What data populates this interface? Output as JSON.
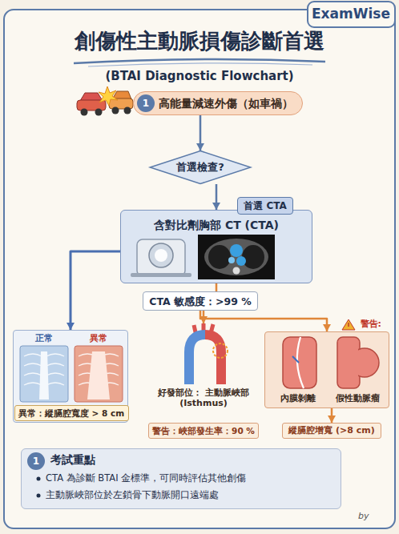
{
  "diagram": {
    "title": "創傷性主動脈損傷診斷首選",
    "nodes": [
      {
        "text": [
          "高能量減速外傷（如車禍）"
        ]
      },
      {
        "text": [
          "首選檢查?"
        ]
      },
      {
        "text": [
          "含對比劑胸部 CT (CTA)"
        ]
      },
      {
        "text": [
          "首選 CTA"
        ]
      },
      {
        "text": [
          "CTA 敏感度：>99 %"
        ]
      },
      {
        "text": [
          "正常",
          "異常"
        ]
      },
      {
        "text": [
          "異常：縱膈腔寬度 > 8 cm"
        ],
        "in": 5
      },
      {
        "text": [
          "好發部位： 主動脈峽部 (Isthmus)"
        ]
      },
      {
        "text": [
          "警告：峽部發生率：90 %"
        ]
      },
      {
        "text": [
          "警告:",
          "內膜剝離",
          "假性動脈瘤"
        ]
      },
      {
        "text": [
          "縱膈腔增寬 (>8 cm)"
        ]
      },
      {
        "text": [
          "考試重點",
          "CTA 為診斷 BTAI 金標準，可同時評估其他創傷",
          "主動脈峽部位於左鎖骨下動脈開口遠端處"
        ]
      }
    ],
    "edges": [
      {
        "from": 0,
        "to": 1,
        "arrow": "to"
      },
      {
        "from": 1,
        "to": 2,
        "arrow": "to"
      },
      {
        "from": 2,
        "to": 5,
        "arrow": "to"
      },
      {
        "from": 2,
        "to": 4,
        "arrow": "none"
      },
      {
        "from": 4,
        "to": 7,
        "arrow": "to"
      },
      {
        "from": 4,
        "to": 9,
        "arrow": "to"
      },
      {
        "from": 9,
        "to": 10,
        "arrow": "to"
      }
    ],
    "labels": [
      "ExamWise",
      "(BTAI Diagnostic Flowchart)",
      "1",
      "1",
      "by"
    ]
  }
}
